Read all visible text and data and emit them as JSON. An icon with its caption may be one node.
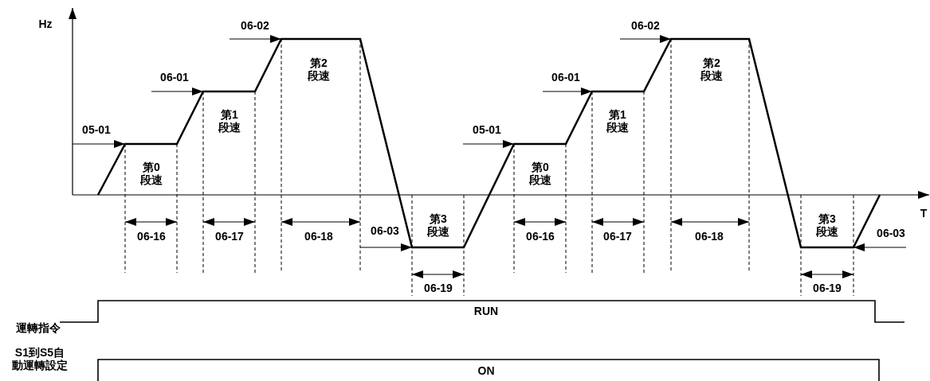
{
  "diagram": {
    "labels": [
      "Hz",
      "05-01",
      "06-01",
      "06-02",
      "第0段速",
      "第1段速",
      "第2段速",
      "05-01",
      "06-01",
      "06-02",
      "第0段速",
      "第1段速",
      "第2段速",
      "T",
      "06-16",
      "06-17",
      "06-18",
      "06-03",
      "第3段速",
      "06-16",
      "06-17",
      "06-18",
      "第3段速",
      "06-03",
      "06-19",
      "06-19",
      "運轉指令",
      "RUN",
      "S1到S5自動運轉設定",
      "ON"
    ]
  }
}
